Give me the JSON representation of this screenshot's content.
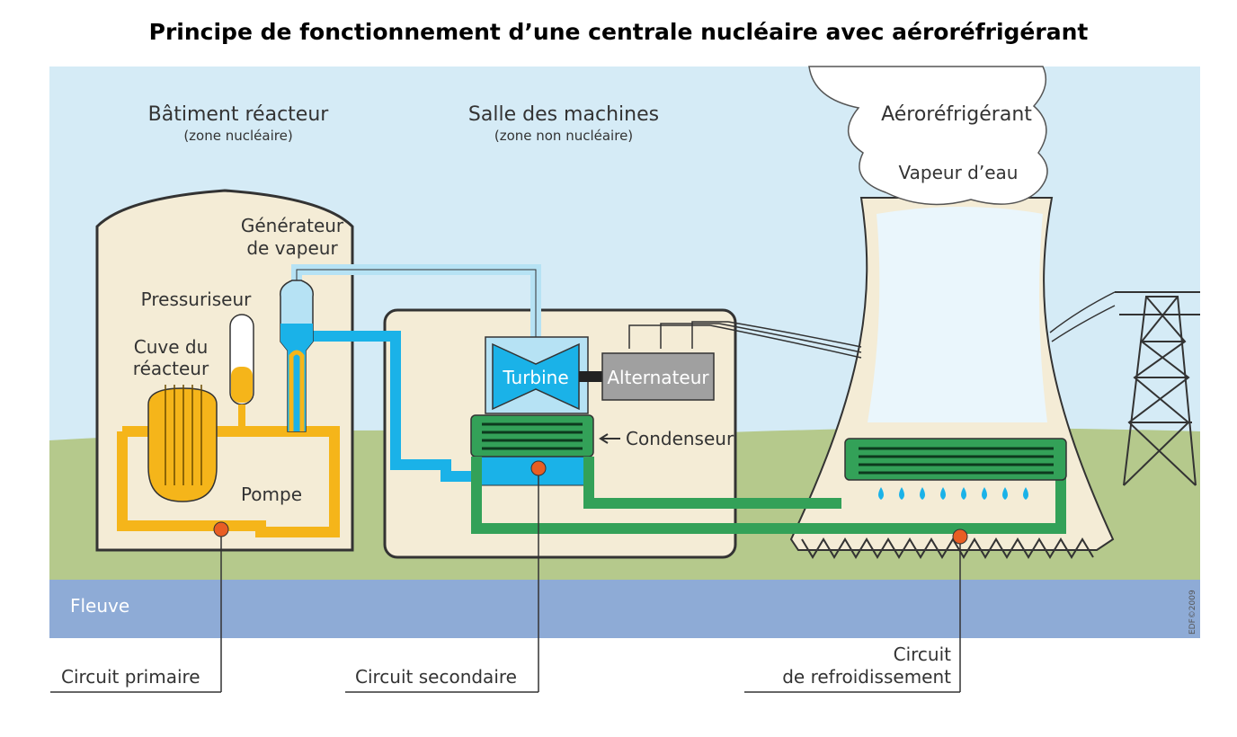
{
  "title": "Principe de fonctionnement d’une centrale nucléaire avec aéroréfrigérant",
  "zones": {
    "reactor_building": {
      "name": "Bâtiment réacteur",
      "sub": "(zone nucléaire)"
    },
    "machine_room": {
      "name": "Salle des machines",
      "sub": "(zone non nucléaire)"
    },
    "cooling_tower": {
      "name": "Aéroréfrigérant",
      "steam": "Vapeur d’eau"
    }
  },
  "components": {
    "steam_generator_1": "Générateur",
    "steam_generator_2": "de vapeur",
    "pressurizer": "Pressuriseur",
    "vessel_1": "Cuve du",
    "vessel_2": "réacteur",
    "pump": "Pompe",
    "turbine": "Turbine",
    "alternator": "Alternateur",
    "condenser": "Condenseur"
  },
  "river": "Fleuve",
  "circuits": {
    "primary": "Circuit primaire",
    "secondary": "Circuit secondaire",
    "cooling_1": "Circuit",
    "cooling_2": "de refroidissement"
  },
  "credit": "EDF©2009",
  "colors": {
    "sky": "#d5ebf6",
    "grass": "#b5c98c",
    "river": "#8eabd6",
    "building": "#f4ecd6",
    "primary": "#f5b51a",
    "secondary": "#1ab2e8",
    "secondary_light": "#b6e2f4",
    "cooling": "#33a158",
    "alternator": "#a0a0a0",
    "marker": "#e85e24"
  }
}
